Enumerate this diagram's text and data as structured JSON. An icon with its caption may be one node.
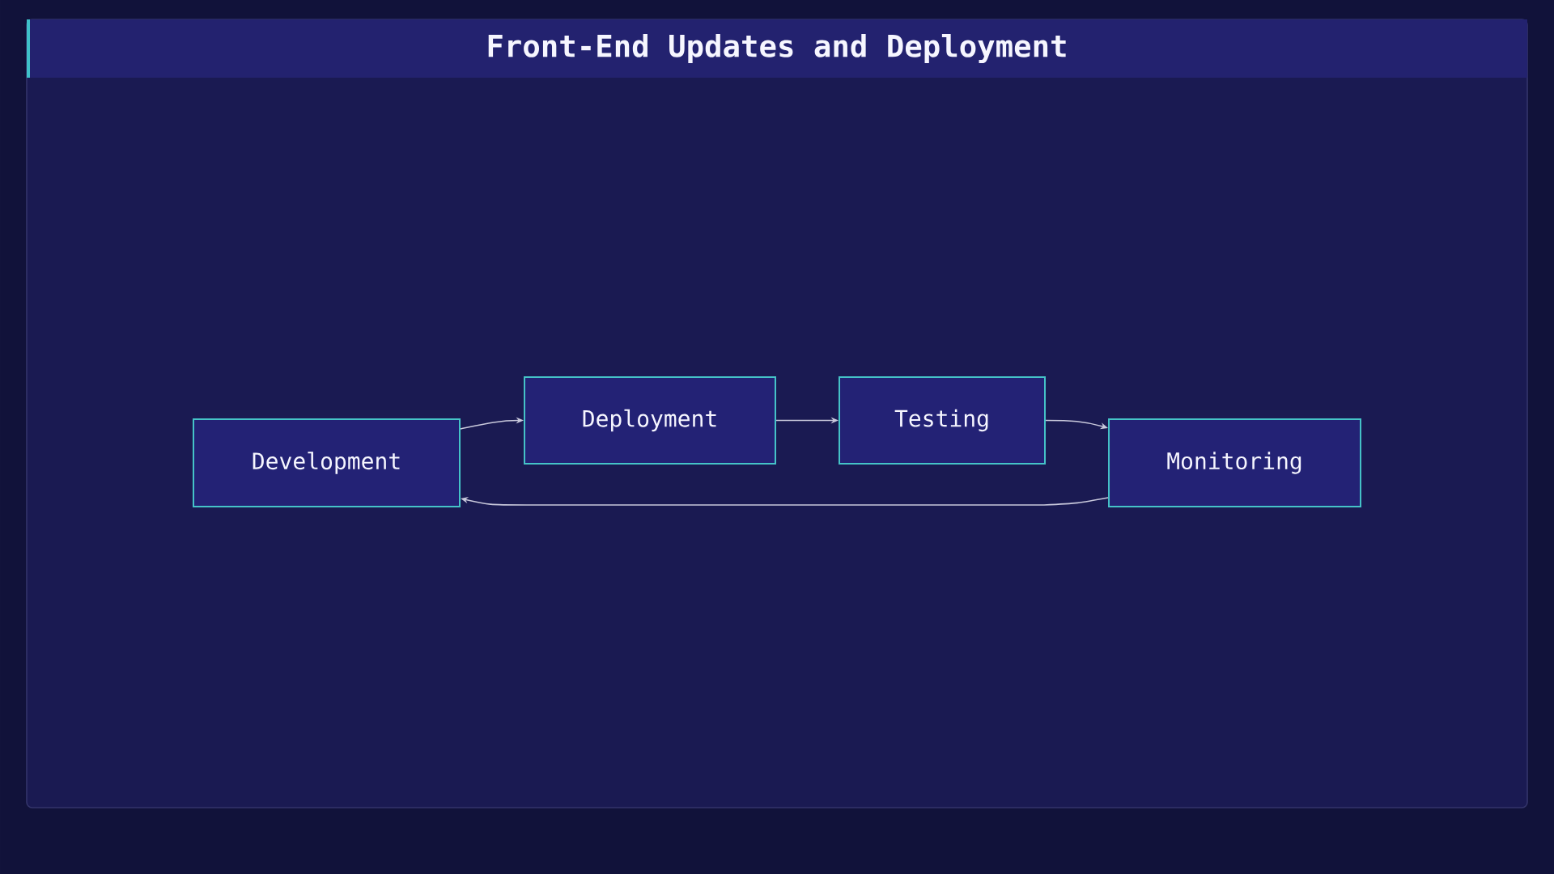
{
  "diagram": {
    "title": "Front-End Updates and Deployment",
    "nodes": [
      {
        "text": [
          "Development"
        ]
      },
      {
        "text": [
          "Deployment"
        ]
      },
      {
        "text": [
          "Testing"
        ]
      },
      {
        "text": [
          "Monitoring"
        ]
      }
    ],
    "edges": [
      {
        "from": 0,
        "to": 1,
        "arrow": "to"
      },
      {
        "from": 1,
        "to": 2,
        "arrow": "to"
      },
      {
        "from": 2,
        "to": 3,
        "arrow": "to"
      },
      {
        "from": 3,
        "to": 0,
        "arrow": "to"
      }
    ]
  }
}
